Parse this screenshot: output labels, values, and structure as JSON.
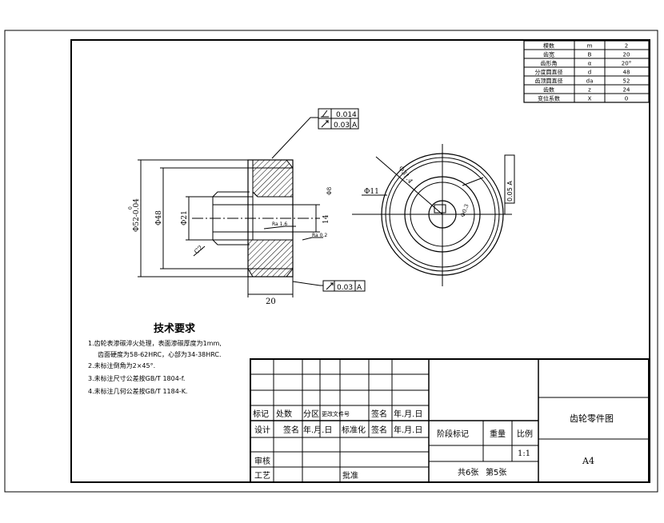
{
  "params": [
    {
      "name": "模数",
      "sym": "m",
      "val": "2"
    },
    {
      "name": "齿宽",
      "sym": "B",
      "val": "20"
    },
    {
      "name": "齿形角",
      "sym": "α",
      "val": "20°"
    },
    {
      "name": "分度圆直径",
      "sym": "d",
      "val": "48"
    },
    {
      "name": "齿顶圆直径",
      "sym": "da",
      "val": "52"
    },
    {
      "name": "齿数",
      "sym": "z",
      "val": "24"
    },
    {
      "name": "变位系数",
      "sym": "X",
      "val": "0"
    }
  ],
  "tol_top_1": "0.014",
  "tol_top_2": "0.03",
  "tol_top_2_ref": "A",
  "tol_bottom": "0.03",
  "tol_bottom_ref": "A",
  "tol_right": "0.05 A",
  "dim_tip": "Φ52-0.04",
  "dim_tip_sup": "0",
  "dim_root": "Φ48",
  "dim_bore": "Φ21",
  "dim_hub": "Φ8",
  "dim_inner": "14",
  "dim_width": "20",
  "dim_chamfer": "C2",
  "rough_1": "Ra 1.6",
  "rough_2": "Ra 0.2",
  "dim_right_1": "Φ11",
  "dim_right_2": "Φ0.3",
  "dim_right_3": "Φ31.4",
  "tech_title": "技术要求",
  "tech_items": [
    "1.齿轮表渗碳淬火处理，表面渗碳厚度为1mm,",
    "齿面硬度为58-62HRC，心部为34-38HRC.",
    "2.未标注倒角为2×45°.",
    "3.未标注尺寸公差按GB/T 1804-f.",
    "4.未标注几何公差按GB/T 1184-K."
  ],
  "tb": {
    "mark": "标记",
    "count": "处数",
    "zone": "分区",
    "doc": "更改文件号",
    "sign": "签名",
    "date": "年.月.日",
    "design": "设计",
    "sign2": "签名",
    "date2": "年.月.日",
    "std": "标准化",
    "sign3": "签名",
    "date3": "年.月.日",
    "stage": "阶段标记",
    "weight": "重量",
    "scale": "比例",
    "scale_val": "1:1",
    "review": "审核",
    "process": "工艺",
    "approve": "批准",
    "sheets": "共6张",
    "sheet_no": "第5张",
    "title": "齿轮零件图",
    "size": "A4"
  }
}
